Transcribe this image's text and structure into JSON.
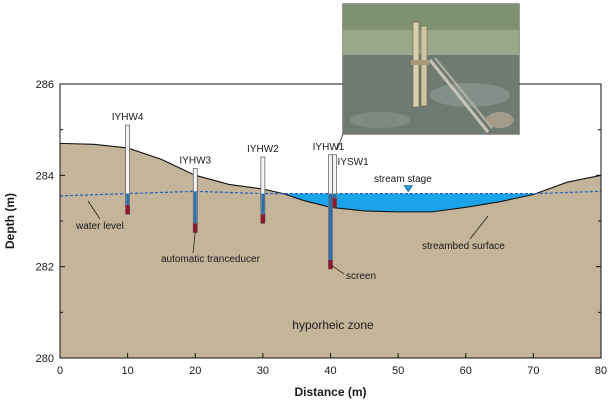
{
  "chart_data": {
    "type": "cross-section",
    "xlabel": "Distance (m)",
    "ylabel": "Depth (m)",
    "xlim": [
      0,
      80
    ],
    "ylim": [
      280,
      286
    ],
    "x_ticks": [
      "0",
      "10",
      "20",
      "30",
      "40",
      "50",
      "60",
      "70",
      "80"
    ],
    "y_ticks": [
      "280",
      "282",
      "284",
      "286"
    ],
    "ground_surface": [
      {
        "x": 0,
        "y": 284.7
      },
      {
        "x": 5,
        "y": 284.68
      },
      {
        "x": 10,
        "y": 284.6
      },
      {
        "x": 15,
        "y": 284.35
      },
      {
        "x": 20,
        "y": 284.0
      },
      {
        "x": 25,
        "y": 283.8
      },
      {
        "x": 30,
        "y": 283.7
      },
      {
        "x": 33,
        "y": 283.6
      },
      {
        "x": 36,
        "y": 283.45
      },
      {
        "x": 40,
        "y": 283.3
      },
      {
        "x": 45,
        "y": 283.22
      },
      {
        "x": 50,
        "y": 283.2
      },
      {
        "x": 55,
        "y": 283.2
      },
      {
        "x": 60,
        "y": 283.3
      },
      {
        "x": 65,
        "y": 283.42
      },
      {
        "x": 70,
        "y": 283.58
      },
      {
        "x": 75,
        "y": 283.85
      },
      {
        "x": 80,
        "y": 284.0
      }
    ],
    "water_level": [
      {
        "x": 0,
        "y": 283.55
      },
      {
        "x": 10,
        "y": 283.6
      },
      {
        "x": 20,
        "y": 283.65
      },
      {
        "x": 30,
        "y": 283.6
      },
      {
        "x": 40,
        "y": 283.6
      },
      {
        "x": 50,
        "y": 283.6
      },
      {
        "x": 60,
        "y": 283.6
      },
      {
        "x": 70,
        "y": 283.6
      },
      {
        "x": 80,
        "y": 283.65
      }
    ],
    "stream": {
      "x_start": 33,
      "x_end": 71,
      "stage": 283.6
    },
    "wells": [
      {
        "name": "IYHW4",
        "x": 10,
        "top": 285.1,
        "bottom": 283.15,
        "screen_top": 283.35
      },
      {
        "name": "IYHW3",
        "x": 20,
        "top": 284.15,
        "bottom": 282.75,
        "screen_top": 282.95
      },
      {
        "name": "IYHW2",
        "x": 30,
        "top": 284.4,
        "bottom": 282.95,
        "screen_top": 283.15
      },
      {
        "name": "IYHW1",
        "x": 40,
        "top": 284.45,
        "bottom": 281.95,
        "screen_top": 282.15
      },
      {
        "name": "IYSW1",
        "x": 40.6,
        "top": 284.45,
        "bottom": 283.3,
        "screen_top": 283.5
      }
    ],
    "annotations": {
      "water_level": "water level",
      "transducer": "automatic tranceducer",
      "screen": "screen",
      "stream_stage": "stream stage",
      "streambed": "streambed surface",
      "zone": "hyporheic zone"
    }
  },
  "colors": {
    "sediment": "#c4b59a",
    "water": "#1aa3e8",
    "water_level_line": "#1f5fbf",
    "screen": "#8b1a2e",
    "casing_fill": "#f4f4f4",
    "well_blue": "#2a6fb0"
  }
}
